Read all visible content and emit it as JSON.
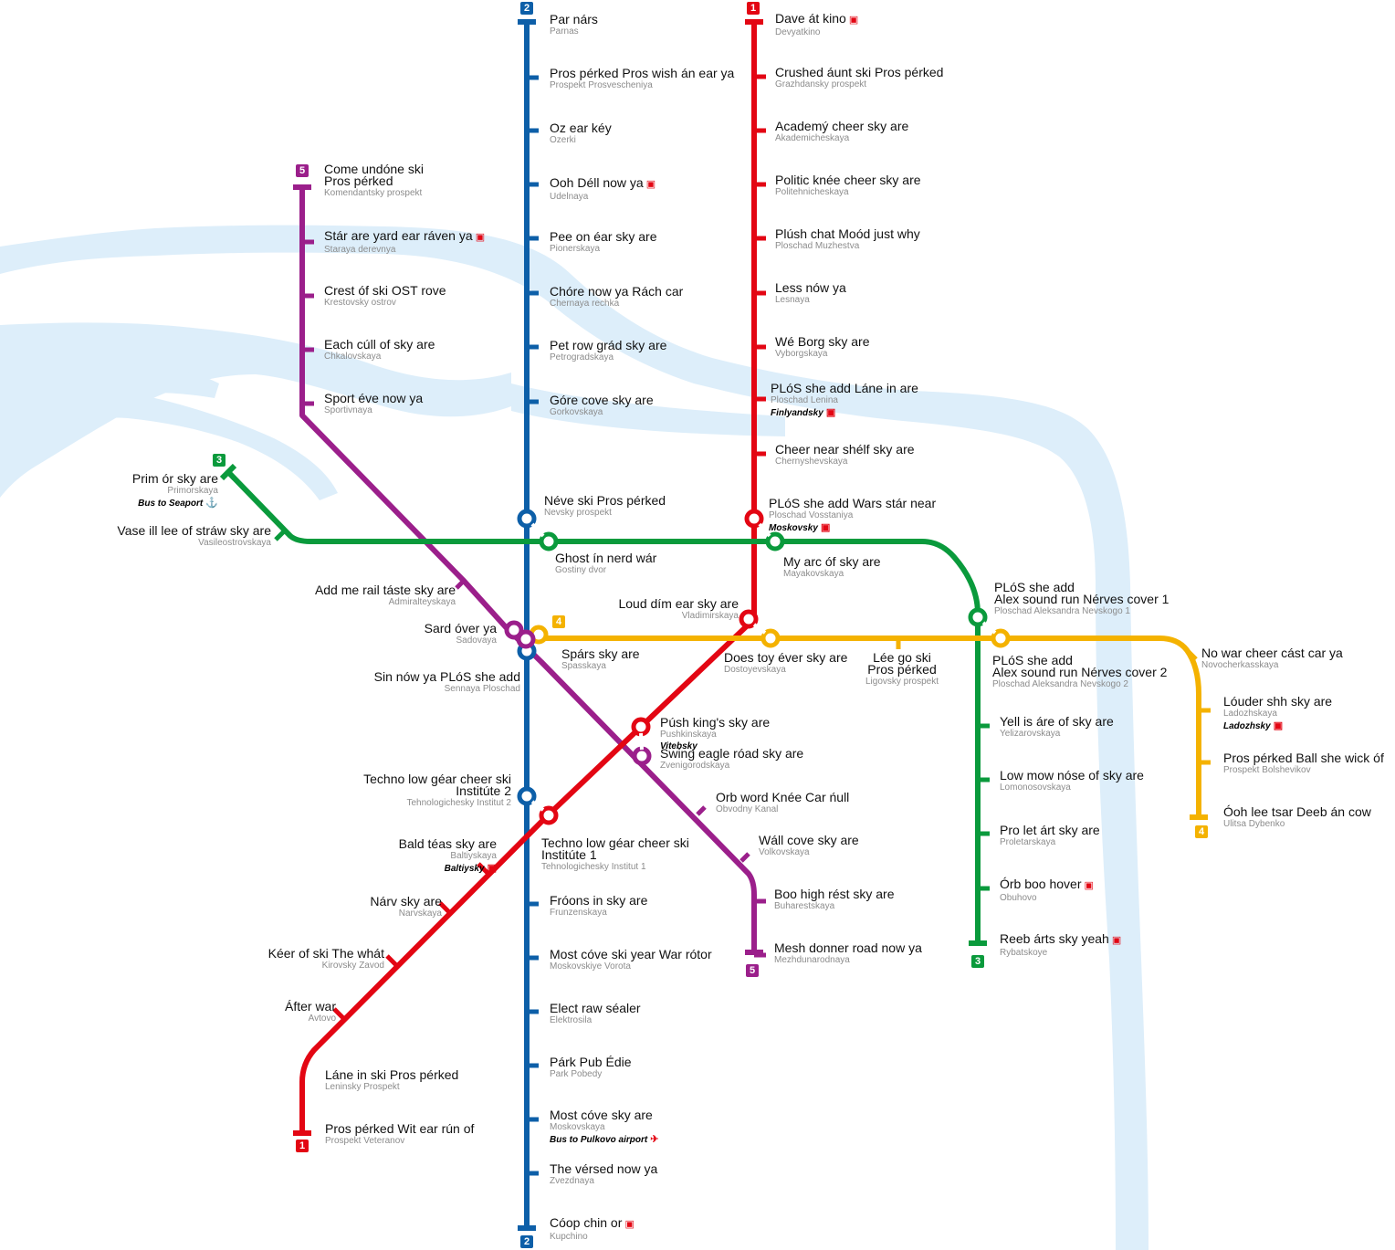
{
  "colors": {
    "line1": "#e30613",
    "line2": "#0d5fa8",
    "line3": "#0a9a3c",
    "line4": "#f4b200",
    "line5": "#9b1f8b",
    "river": "#ddeefa"
  },
  "icons": {
    "train": "train-icon",
    "anchor": "anchor-icon",
    "airplane": "airplane-icon"
  },
  "lines": {
    "l1": {
      "number": "1"
    },
    "l2": {
      "number": "2"
    },
    "l3": {
      "number": "3"
    },
    "l4": {
      "number": "4"
    },
    "l5": {
      "number": "5"
    }
  },
  "stations": {
    "parnas": {
      "pn": "Par nárs",
      "en": "Parnas"
    },
    "prosvescheniya": {
      "pn": "Pros pérked Pros wish án ear ya",
      "en": "Prospekt Prosvescheniya"
    },
    "ozerki": {
      "pn": "Oz ear kéy",
      "en": "Ozerki"
    },
    "udelnaya": {
      "pn": "Ooh Déll now ya",
      "en": "Udelnaya"
    },
    "pionerskaya": {
      "pn": "Pee on éar sky are",
      "en": "Pionerskaya"
    },
    "chernaya": {
      "pn": "Chóre now ya Rách car",
      "en": "Chernaya rechka"
    },
    "petrogradskaya": {
      "pn": "Pet row grád sky are",
      "en": "Petrogradskaya"
    },
    "gorkovskaya": {
      "pn": "Góre cove sky are",
      "en": "Gorkovskaya"
    },
    "nevsky": {
      "pn": "Néve ski Pros pérked",
      "en": "Nevsky prospekt"
    },
    "sennaya": {
      "pn": "Sin nów ya PLóS she add",
      "en": "Sennaya Ploschad"
    },
    "tech2": {
      "pn": "Techno low géar cheer ski\nInstitúte 2",
      "en": "Tehnologichesky Institut 2"
    },
    "frunzenskaya": {
      "pn": "Fróons in sky are",
      "en": "Frunzenskaya"
    },
    "moskvorota": {
      "pn": "Most cóve ski year War rótor",
      "en": "Moskovskiye Vorota"
    },
    "elektrosila": {
      "pn": "Elect raw séaler",
      "en": "Elektrosila"
    },
    "parkpobedy": {
      "pn": "Párk Pub Édie",
      "en": "Park Pobedy"
    },
    "moskovskaya": {
      "pn": "Most cóve sky are",
      "en": "Moskovskaya",
      "transfer": "Bus to Pulkovo airport"
    },
    "zvezdnaya": {
      "pn": "The vérsed now ya",
      "en": "Zvezdnaya"
    },
    "kupchino": {
      "pn": "Cóop chin or",
      "en": "Kupchino"
    },
    "devyatkino": {
      "pn": "Dave át kino",
      "en": "Devyatkino"
    },
    "grazhdansky": {
      "pn": "Crushed áunt ski Pros pérked",
      "en": "Grazhdansky prospekt"
    },
    "akademicheskaya": {
      "pn": "Academý cheer sky are",
      "en": "Akademicheskaya"
    },
    "politeh": {
      "pn": "Politic knée cheer sky are",
      "en": "Politehnicheskaya"
    },
    "muzhestva": {
      "pn": "Plúsh chat Moód just why",
      "en": "Ploschad Muzhestva"
    },
    "lesnaya": {
      "pn": "Less nów ya",
      "en": "Lesnaya"
    },
    "vyborgskaya": {
      "pn": "Wé Borg sky are",
      "en": "Vyborgskaya"
    },
    "lenina": {
      "pn": "PLóS she add Láne in are",
      "en": "Ploschad Lenina",
      "transfer": "Finlyandsky"
    },
    "chernyshevskaya": {
      "pn": "Cheer near shélf sky are",
      "en": "Chernyshevskaya"
    },
    "vosstaniya": {
      "pn": "PLóS she add Wars stár near",
      "en": "Ploschad Vosstaniya",
      "transfer": "Moskovsky"
    },
    "vladimirskaya": {
      "pn": "Loud dím ear sky are",
      "en": "Vladimirskaya"
    },
    "pushkinskaya": {
      "pn": "Púsh king's sky are",
      "en": "Pushkinskaya",
      "transfer": "Vitebsky"
    },
    "tech1": {
      "pn": "Techno low géar cheer ski\nInstitúte 1",
      "en": "Tehnologichesky Institut 1"
    },
    "baltiyskaya": {
      "pn": "Bald téas sky are",
      "en": "Baltiyskaya",
      "transfer": "Baltiysky"
    },
    "narvskaya": {
      "pn": "Nárv sky are",
      "en": "Narvskaya"
    },
    "kirovsky": {
      "pn": "Kéer of ski The whát",
      "en": "Kirovsky Zavod"
    },
    "avtovo": {
      "pn": "Áfter war",
      "en": "Avtovo"
    },
    "leninsky": {
      "pn": "Láne in ski Pros pérked",
      "en": "Leninsky Prospekt"
    },
    "veteranov": {
      "pn": "Pros pérked Wit ear rún of",
      "en": "Prospekt Veteranov"
    },
    "primorskaya": {
      "pn": "Prim ór sky are",
      "en": "Primorskaya",
      "transfer": "Bus to Seaport"
    },
    "vasileo": {
      "pn": "Vase ill lee of stráw sky are",
      "en": "Vasileostrovskaya"
    },
    "gostiny": {
      "pn": "Ghost ín nerd wár",
      "en": "Gostiny dvor"
    },
    "mayakovskaya": {
      "pn": "My arc óf sky are",
      "en": "Mayakovskaya"
    },
    "nevskogo1": {
      "pn": "PLóS she add\nAlex sound run Nérves cover 1",
      "en": "Ploschad Aleksandra Nevskogo 1"
    },
    "yelizarovskaya": {
      "pn": "Yell is áre of sky are",
      "en": "Yelizarovskaya"
    },
    "lomonosovskaya": {
      "pn": "Low mow nóse of sky are",
      "en": "Lomonosovskaya"
    },
    "proletarskaya": {
      "pn": "Pro let árt sky are",
      "en": "Proletarskaya"
    },
    "obuhovo": {
      "pn": "Órb boo hover",
      "en": "Obuhovo"
    },
    "rybatskoye": {
      "pn": "Reeb árts sky yeah",
      "en": "Rybatskoye"
    },
    "spasskaya": {
      "pn": "Spárs sky are",
      "en": "Spasskaya"
    },
    "dostoyevskaya": {
      "pn": "Does toy éver sky are",
      "en": "Dostoyevskaya"
    },
    "ligovsky": {
      "pn": "Lée go ski\nPros pérked",
      "en": "Ligovsky prospekt"
    },
    "nevskogo2": {
      "pn": "PLóS she add\nAlex sound run Nérves cover 2",
      "en": "Ploschad Aleksandra Nevskogo 2"
    },
    "novocherkasskaya": {
      "pn": "No war cheer cást car ya",
      "en": "Novocherkasskaya"
    },
    "ladozhskaya": {
      "pn": "Lóuder shh sky are",
      "en": "Ladozhskaya",
      "transfer": "Ladozhsky"
    },
    "bolshevikov": {
      "pn": "Pros pérked Ball she wick óf",
      "en": "Prospekt Bolshevikov"
    },
    "dybenko": {
      "pn": "Óoh lee tsar Deeb án cow",
      "en": "Ulitsa Dybenko"
    },
    "komendantsky": {
      "pn": "Come undóne ski\nPros pérked",
      "en": "Komendantsky prospekt"
    },
    "staraya": {
      "pn": "Stár are yard ear ráven ya",
      "en": "Staraya derevnya"
    },
    "krestovsky": {
      "pn": "Crest óf ski OST rove",
      "en": "Krestovsky ostrov"
    },
    "chkalovskaya": {
      "pn": "Each cúll of sky are",
      "en": "Chkalovskaya"
    },
    "sportivnaya": {
      "pn": "Sport éve now ya",
      "en": "Sportivnaya"
    },
    "admiralteyskaya": {
      "pn": "Add me rail táste sky are",
      "en": "Admiralteyskaya"
    },
    "sadovaya": {
      "pn": "Sard óver ya",
      "en": "Sadovaya"
    },
    "zvenigorodskaya": {
      "pn": "Swing eagle róad sky are",
      "en": "Zvenigorodskaya"
    },
    "obvodny": {
      "pn": "Orb word Knée Car ńull",
      "en": "Obvodny Kanal"
    },
    "volkovskaya": {
      "pn": "Wáll cove sky are",
      "en": "Volkovskaya"
    },
    "buharestskaya": {
      "pn": "Boo high rést sky are",
      "en": "Buharestskaya"
    },
    "mezhdunarodnaya": {
      "pn": "Mesh donner road now ya",
      "en": "Mezhdunarodnaya"
    }
  }
}
